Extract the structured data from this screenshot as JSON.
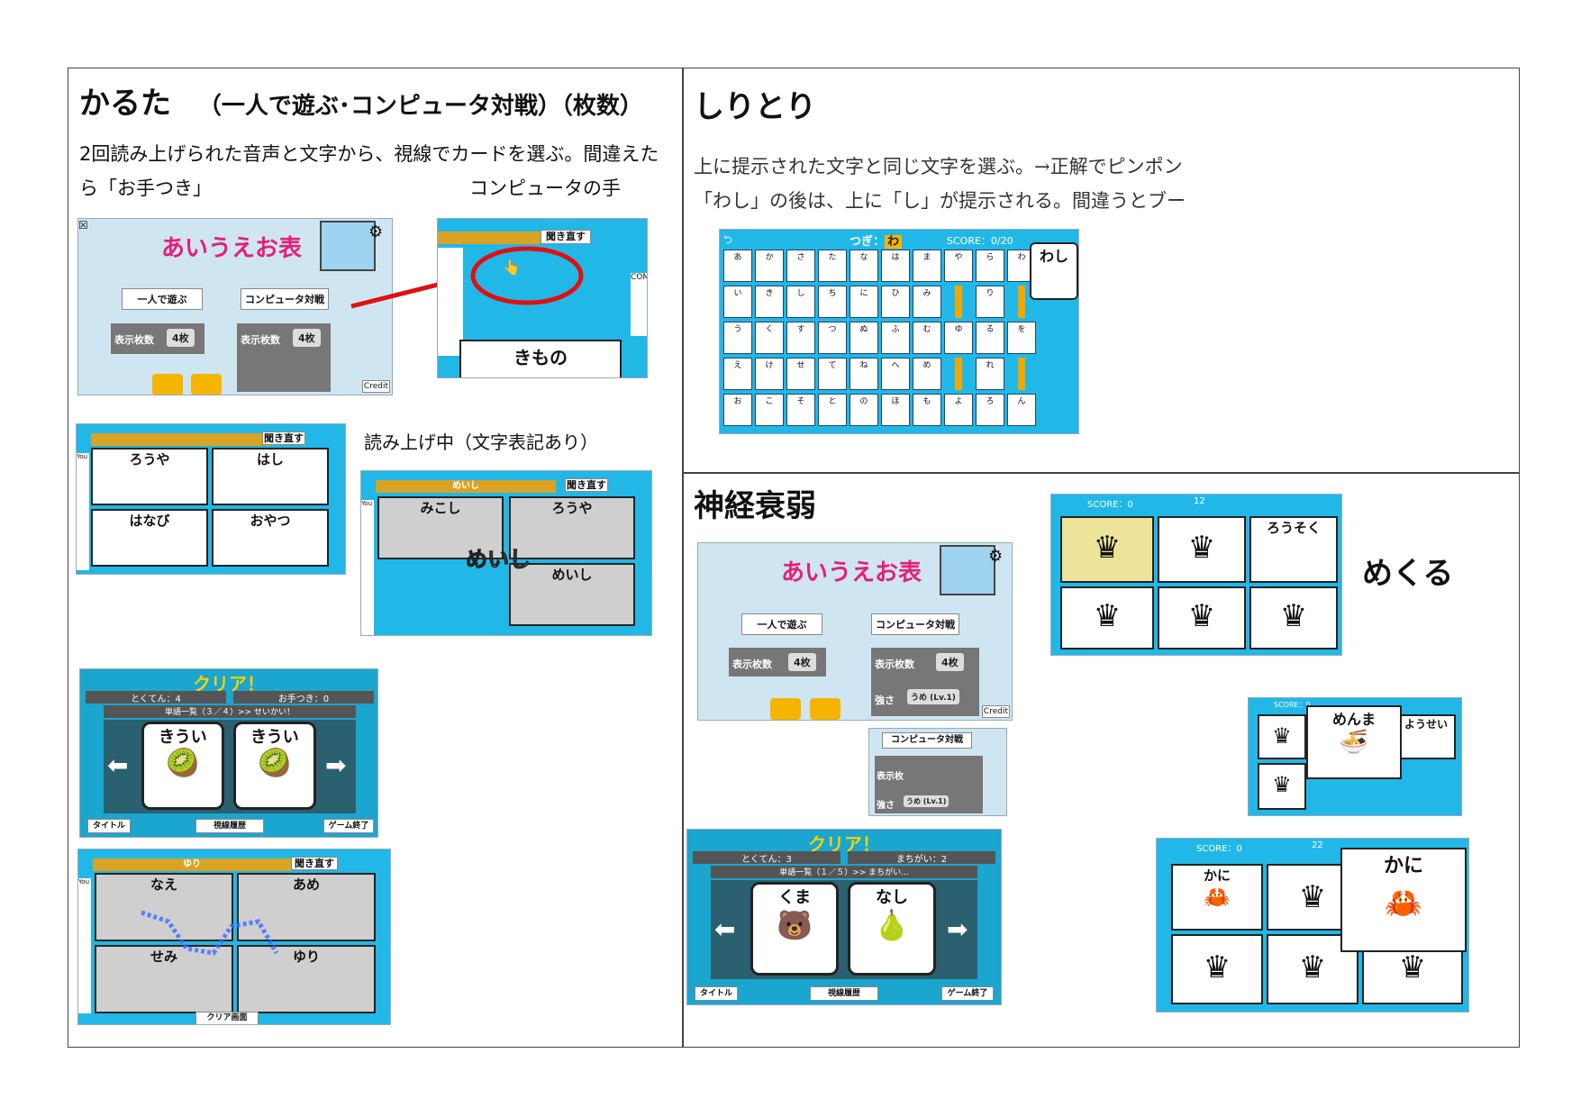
{
  "karuta": {
    "heading": "かるた",
    "heading_sub": "（一人で遊ぶ･コンピュータ対戦）（枚数）",
    "desc_line1": "2回読み上げられた音声と文字から、視線でカードを選ぶ。間違えた",
    "desc_line2": "ら「お手つき」",
    "computer_hand_label": "コンピュータの手",
    "reading_label": "読み上げ中（文字表記あり）",
    "title_screen": {
      "logo": "あいうえお表",
      "single_mode": "一人で遊ぶ",
      "vs_mode": "コンピュータ対戦",
      "count_label": "表示枚数",
      "count_value": "4枚",
      "credit": "Credit"
    },
    "computer_hand_shot": {
      "card": "きもの",
      "com": "COM",
      "replay": "聞き直す"
    },
    "game_shot_1": {
      "replay": "聞き直す",
      "you": "You",
      "cards": [
        "ろうや",
        "はし",
        "はなび",
        "おやつ"
      ]
    },
    "game_shot_2": {
      "word": "めいし",
      "replay": "聞き直す",
      "you": "You",
      "cards": [
        "みこし",
        "ろうや",
        "めいし"
      ],
      "overlay": "めいし"
    },
    "clear_shot": {
      "title": "クリア！",
      "score": "とくてん：4",
      "fouls": "お手つき：0",
      "list": "単語一覧（３／４）>> せいかい！",
      "cards": [
        "きうい",
        "きうい"
      ],
      "btn_title": "タイトル",
      "btn_history": "視線履歴",
      "btn_end": "ゲーム終了"
    },
    "gaze_shot": {
      "word": "ゆり",
      "replay": "聞き直す",
      "you": "You",
      "cards": [
        "なえ",
        "あめ",
        "せみ",
        "ゆり"
      ],
      "clear_btn": "クリア画面"
    }
  },
  "shiritori": {
    "heading": "しりとり",
    "desc_line1": "上に提示された文字と同じ文字を選ぶ。→正解でピンポン",
    "desc_line2": "「わし」の後は、上に「し」が提示される。間違うとブー",
    "shot": {
      "next_label": "つぎ：",
      "next_char": "わ",
      "score": "SCORE：0/20",
      "word": "わし",
      "rows": [
        [
          "あ",
          "か",
          "さ",
          "た",
          "な",
          "は",
          "ま",
          "や",
          "ら",
          "わ"
        ],
        [
          "い",
          "き",
          "し",
          "ち",
          "に",
          "ひ",
          "み",
          "",
          "り",
          ""
        ],
        [
          "う",
          "く",
          "す",
          "つ",
          "ぬ",
          "ふ",
          "む",
          "ゆ",
          "る",
          "を"
        ],
        [
          "え",
          "け",
          "せ",
          "て",
          "ね",
          "へ",
          "め",
          "",
          "れ",
          ""
        ],
        [
          "お",
          "こ",
          "そ",
          "と",
          "の",
          "ほ",
          "も",
          "よ",
          "ろ",
          "ん"
        ]
      ]
    }
  },
  "memory": {
    "heading": "神経衰弱",
    "flip_label": "めくる",
    "title_shot": {
      "logo": "あいうえお表",
      "single_mode": "一人で遊ぶ",
      "vs_mode": "コンピュータ対戦",
      "count_label": "表示枚数",
      "count_value": "4枚",
      "strength_label": "強さ",
      "strength_value": "うめ (Lv.1)",
      "credit": "Credit"
    },
    "settings_shot": {
      "vs_mode": "コンピュータ対戦",
      "count_label": "表示枚",
      "strength_label": "強さ",
      "strength_value": "うめ (Lv.1)"
    },
    "board1": {
      "score": "SCORE：0",
      "count": "12",
      "card": "ろうそく"
    },
    "board2": {
      "score": "SCORE：0",
      "card1": "めんま",
      "card2": "ようせい"
    },
    "board3": {
      "score": "SCORE：0",
      "count": "22",
      "card_small": "かに",
      "card_big": "かに"
    },
    "clear_shot": {
      "title": "クリア！",
      "score": "とくてん：3",
      "mistakes": "まちがい：2",
      "list": "単語一覧（１／５）>> まちがい...",
      "cards": [
        "くま",
        "なし"
      ],
      "btn_title": "タイトル",
      "btn_history": "視線履歴",
      "btn_end": "ゲーム終了"
    }
  },
  "colors": {
    "screen_blue": "#21b8e8",
    "frame_line": "#444444",
    "arrow_red": "#e01010",
    "bar_gold": "#d9a326"
  }
}
